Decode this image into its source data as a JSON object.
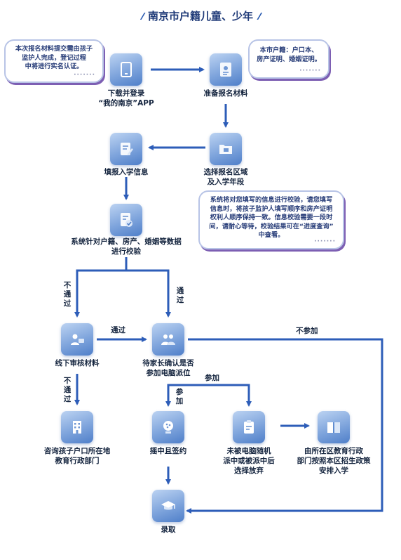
{
  "title": "南京市户籍儿童、少年",
  "nodes": {
    "download_app": {
      "label_line1": "下载并登录",
      "label_line2": "“我的南京”APP",
      "icon": "tablet-icon"
    },
    "prepare_materials": {
      "label": "准备报名材料",
      "icon": "document-certificate-icon"
    },
    "choose_area": {
      "label_line1": "选择报名区域",
      "label_line2": "及入学年段",
      "icon": "folder-icon"
    },
    "fill_info": {
      "label": "填报入学信息",
      "icon": "form-edit-icon"
    },
    "system_check": {
      "label_line1": "系统针对户籍、房产、婚姻等数据",
      "label_line2": "进行校验",
      "icon": "document-check-icon"
    },
    "offline_review": {
      "label": "线下审核材料",
      "icon": "users-icon"
    },
    "parent_confirm": {
      "label_line1": "待家长确认是否",
      "label_line2": "参加电脑派位",
      "icon": "family-icon"
    },
    "consult": {
      "label_line1": "咨询孩子户口所在地",
      "label_line2": "教育行政部门",
      "icon": "building-icon"
    },
    "lottery": {
      "label": "摇中且签约",
      "icon": "lottery-ball-icon"
    },
    "not_selected": {
      "label_line1": "未被电脑随机",
      "label_line2": "派中或被派中后",
      "label_line3": "选择放弃",
      "icon": "clipboard-icon"
    },
    "arrange": {
      "label_line1": "由所在区教育行政",
      "label_line2": "部门按照本区招生政策",
      "label_line3": "安排入学",
      "icon": "book-icon"
    },
    "admitted": {
      "label": "录取",
      "icon": "graduation-cap-icon"
    }
  },
  "bubbles": {
    "real_name": {
      "line1": "本次报名材料提交需由孩子",
      "line2": "监护人完成，登记过程",
      "line3": "中将进行实名认证。"
    },
    "household": {
      "line1": "本市户籍：户口本、",
      "line2": "房产证明、婚姻证明。"
    },
    "verify": {
      "line1": "系统将对您填写的信息进行校验，请您填写",
      "line2": "信息时，将孩子监护人填写顺序和房产证明",
      "line3": "权利人顺序保持一致。信息校验需要一段时",
      "line4": "间，请耐心等待，校验结果可在“进度查询”",
      "line5": "中查看。"
    }
  },
  "edge_labels": {
    "fail": "不通过",
    "pass_vertical": "通过",
    "pass_horizontal": "通过",
    "not_join": "不参加",
    "fail_review": "不通过",
    "join_top": "参加",
    "join_side": "参加"
  },
  "colors": {
    "arrow": "#2d5db8",
    "title": "#1f3a78",
    "bubble_border": "#b8c4e6",
    "bubble_shadow": "#7d5fb3"
  }
}
